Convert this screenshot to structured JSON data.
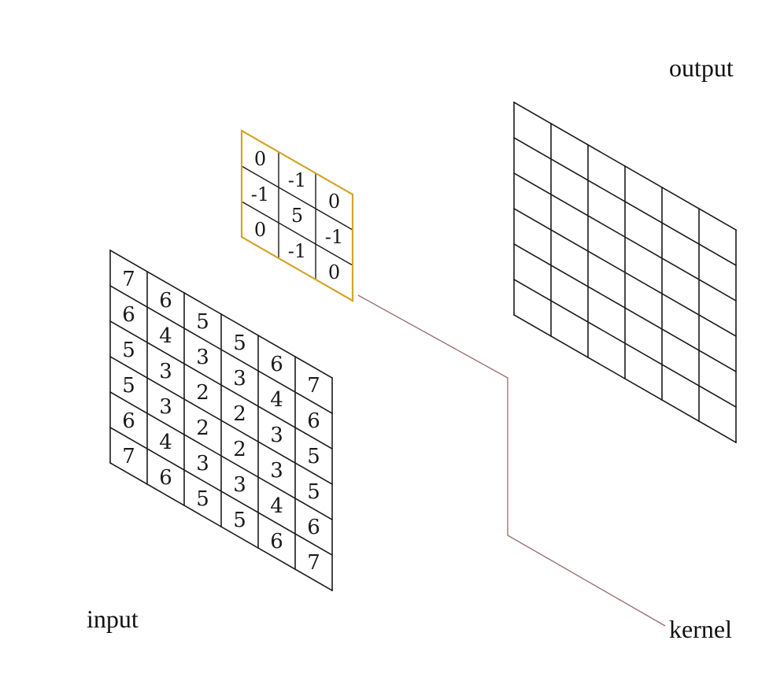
{
  "labels": {
    "input": "input",
    "output": "output",
    "kernel": "kernel"
  },
  "input_matrix": [
    [
      "7",
      "6",
      "5",
      "5",
      "6",
      "7"
    ],
    [
      "6",
      "4",
      "3",
      "3",
      "4",
      "6"
    ],
    [
      "5",
      "3",
      "2",
      "2",
      "3",
      "5"
    ],
    [
      "5",
      "3",
      "2",
      "2",
      "3",
      "5"
    ],
    [
      "6",
      "4",
      "3",
      "3",
      "4",
      "6"
    ],
    [
      "7",
      "6",
      "5",
      "5",
      "6",
      "7"
    ]
  ],
  "kernel_matrix": [
    [
      "0",
      "-1",
      "0"
    ],
    [
      "-1",
      "5",
      "-1"
    ],
    [
      "0",
      "-1",
      "0"
    ]
  ],
  "output_size": {
    "rows": 6,
    "cols": 6
  },
  "colors": {
    "kernel_border": "#d4a52a",
    "grid": "#1a1a1a",
    "leader_line": "#9a6b6b",
    "background": "#ffffff"
  }
}
